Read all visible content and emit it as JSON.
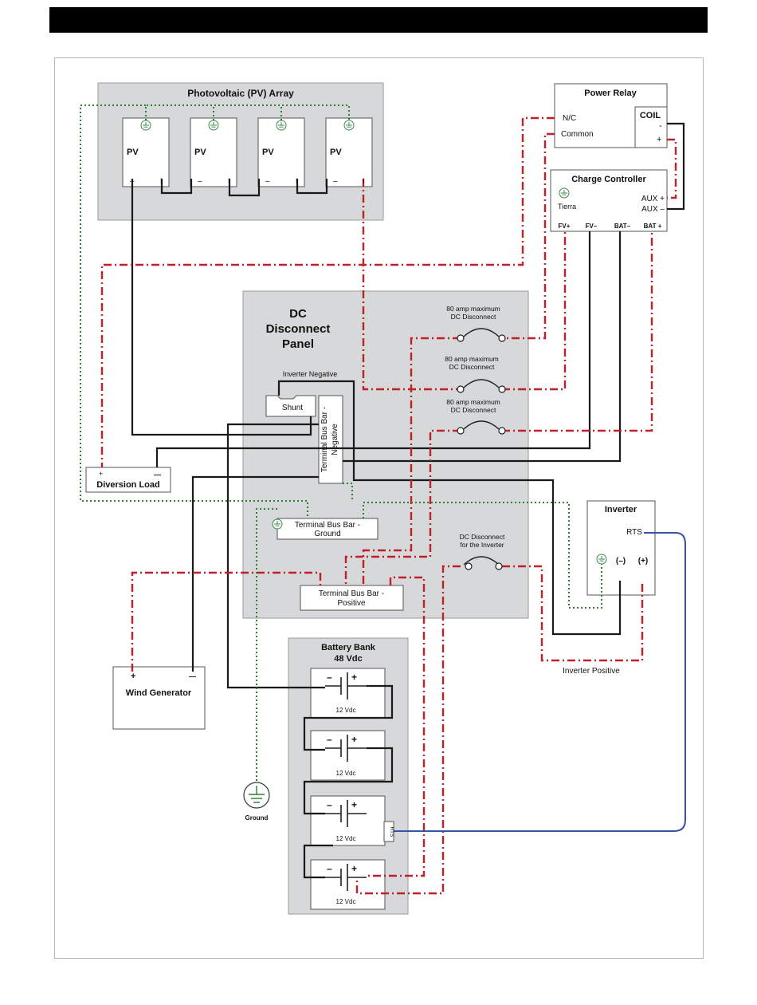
{
  "pv_array": {
    "title": "Photovoltaic (PV) Array",
    "module_label": "PV",
    "neg": "–",
    "pos": "I"
  },
  "power_relay": {
    "title": "Power Relay",
    "nc": "N/C",
    "common": "Common",
    "coil": "COIL",
    "minus": "-",
    "plus": "+"
  },
  "charge_controller": {
    "title": "Charge Controller",
    "tierra": "Tierra",
    "aux_plus": "AUX +",
    "aux_minus": "AUX –",
    "fv_plus": "FV+",
    "fv_minus": "FV–",
    "bat_minus": "BAT–",
    "bat_plus": "BAT +"
  },
  "dc_panel": {
    "title_1": "DC",
    "title_2": "Disconnect",
    "title_3": "Panel",
    "disconnect_1": "80 amp maximum",
    "disconnect_2": "DC Disconnect",
    "inverter_negative": "Inverter Negative",
    "shunt": "Shunt",
    "bus_negative_1": "Terminal Bus Bar -",
    "bus_negative_2": "Negative",
    "bus_ground_1": "Terminal Bus Bar -",
    "bus_ground_2": "Ground",
    "inv_disc_1": "DC Disconnect",
    "inv_disc_2": "for the Inverter",
    "bus_positive_1": "Terminal Bus Bar -",
    "bus_positive_2": "Positive"
  },
  "diversion_load": {
    "title": "Diversion Load",
    "plus": "+",
    "minus": "—"
  },
  "inverter": {
    "title": "Inverter",
    "rts": "RTS",
    "neg": "(–)",
    "pos": "(+)",
    "positive_label": "Inverter Positive"
  },
  "wind_generator": {
    "title": "Wind Generator",
    "plus": "+",
    "minus": "—"
  },
  "battery_bank": {
    "title_1": "Battery Bank",
    "title_2": "48 Vdc",
    "cell_label": "12 Vdc",
    "rts": "RTS"
  },
  "ground": {
    "label": "Ground"
  },
  "colors": {
    "panel": "#d7d8da",
    "red_wire": "#c0202a",
    "green_wire": "#2e7d32",
    "blue_wire": "#3a4fa8",
    "black_wire": "#1a1a1a"
  }
}
